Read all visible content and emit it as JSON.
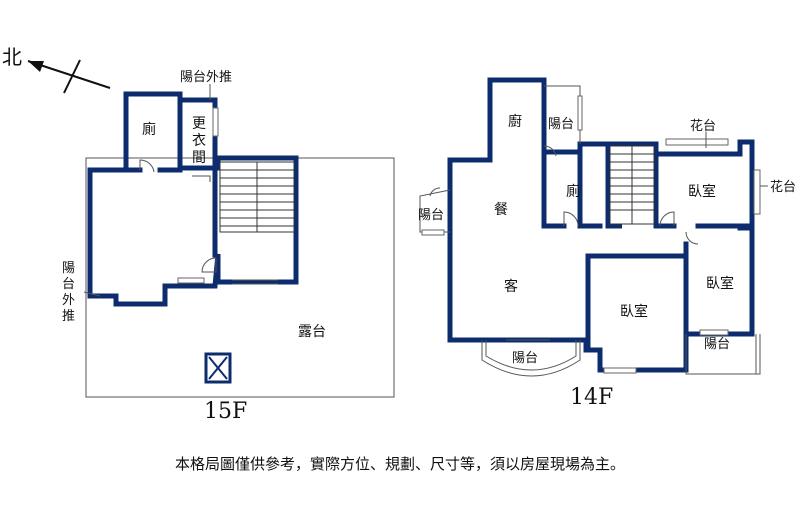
{
  "colors": {
    "wall": "#0c2c6e",
    "window": "#888888",
    "line": "#555555"
  },
  "icons": {
    "compass": "north-arrow-icon",
    "skylight": "skylight-icon",
    "door": "door-swing-icon"
  },
  "compass": {
    "label": "北"
  },
  "floor15": {
    "floor_label": "15F",
    "bathroom": "廁",
    "balcony_out_top": "陽台外推",
    "dressing_room": [
      "更",
      "衣",
      "間"
    ],
    "balcony_out_left": [
      "陽",
      "台",
      "外",
      "推"
    ],
    "terrace": "露台"
  },
  "floor14": {
    "floor_label": "14F",
    "kitchen": "廚",
    "balcony_kitchen": "陽台",
    "flower_top": "花台",
    "flower_right": "花台",
    "bathroom": "廁",
    "bedroom_top_right": "臥室",
    "balcony_left": "陽台",
    "dining": "餐",
    "living": "客",
    "bedroom_right": "臥室",
    "bedroom_center": "臥室",
    "balcony_bottom": "陽台",
    "balcony_bottom_right": "陽台"
  },
  "footer": {
    "note": "本格局圖僅供參考，實際方位、規劃、尺寸等，須以房屋現場為主。"
  }
}
